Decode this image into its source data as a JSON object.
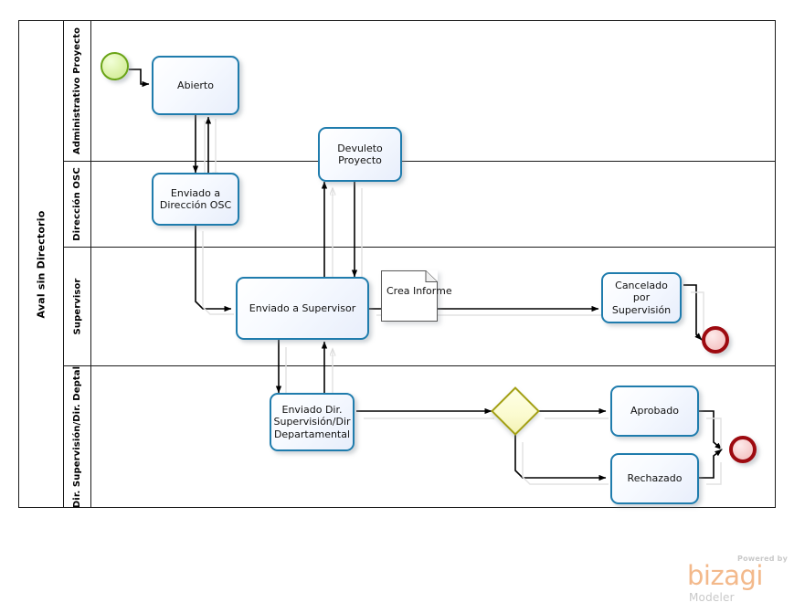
{
  "diagram": {
    "type": "bpmn-process",
    "pool": {
      "label": "Aval sin Directorio"
    },
    "lanes": [
      {
        "id": "lane-administrativo-proyecto",
        "label": "Administrativo Proyecto"
      },
      {
        "id": "lane-direccion-osc",
        "label": "Dirección OSC"
      },
      {
        "id": "lane-supervisor",
        "label": "Supervisor"
      },
      {
        "id": "lane-dir-supervision",
        "label": "Dir. Supervisión/Dir. Deptal"
      }
    ],
    "nodes": [
      {
        "id": "start-event",
        "kind": "start-event",
        "label": ""
      },
      {
        "id": "task-abierto",
        "kind": "task",
        "label": "Abierto"
      },
      {
        "id": "task-enviado-direccion-osc",
        "kind": "task",
        "label": "Enviado a Dirección OSC"
      },
      {
        "id": "task-devuleto-proyecto",
        "kind": "task",
        "label": "Devuleto Proyecto"
      },
      {
        "id": "task-enviado-supervisor",
        "kind": "task",
        "label": "Enviado a Supervisor"
      },
      {
        "id": "data-crea-informe",
        "kind": "data-object",
        "label": "Crea Informe"
      },
      {
        "id": "task-cancelado-supervision",
        "kind": "task",
        "label": "Cancelado por Supervisión"
      },
      {
        "id": "task-enviado-dir-supervision",
        "kind": "task",
        "label": "Enviado Dir. Supervisión/Dir Departamental"
      },
      {
        "id": "gateway-decision",
        "kind": "exclusive-gateway",
        "label": ""
      },
      {
        "id": "task-aprobado",
        "kind": "task",
        "label": "Aprobado"
      },
      {
        "id": "task-rechazado",
        "kind": "task",
        "label": "Rechazado"
      },
      {
        "id": "end-event-supervisor",
        "kind": "end-event",
        "label": ""
      },
      {
        "id": "end-event-directorio",
        "kind": "end-event",
        "label": ""
      }
    ],
    "flows": [
      {
        "from": "start-event",
        "to": "task-abierto"
      },
      {
        "from": "task-abierto",
        "to": "task-enviado-direccion-osc"
      },
      {
        "from": "task-enviado-direccion-osc",
        "to": "task-abierto"
      },
      {
        "from": "task-enviado-direccion-osc",
        "to": "task-enviado-supervisor"
      },
      {
        "from": "task-enviado-supervisor",
        "to": "task-devuleto-proyecto"
      },
      {
        "from": "task-devuleto-proyecto",
        "to": "task-enviado-supervisor"
      },
      {
        "from": "task-enviado-supervisor",
        "to": "task-cancelado-supervision"
      },
      {
        "from": "task-enviado-supervisor",
        "to": "task-enviado-dir-supervision"
      },
      {
        "from": "task-enviado-dir-supervision",
        "to": "task-enviado-supervisor"
      },
      {
        "from": "task-enviado-dir-supervision",
        "to": "gateway-decision"
      },
      {
        "from": "gateway-decision",
        "to": "task-aprobado"
      },
      {
        "from": "gateway-decision",
        "to": "task-rechazado"
      },
      {
        "from": "task-cancelado-supervision",
        "to": "end-event-supervisor"
      },
      {
        "from": "task-aprobado",
        "to": "end-event-directorio"
      },
      {
        "from": "task-rechazado",
        "to": "end-event-directorio"
      }
    ]
  },
  "branding": {
    "powered_by": "Powered by",
    "brand": "bizagi",
    "product": "Modeler"
  },
  "colors": {
    "task_border": "#1f7cad",
    "start_border": "#6aa417",
    "end_border": "#9d0a10",
    "gateway_border": "#a3a013",
    "lane_border": "#1a1a1a",
    "flow_line": "#000000",
    "brand": "#f3b98b"
  }
}
